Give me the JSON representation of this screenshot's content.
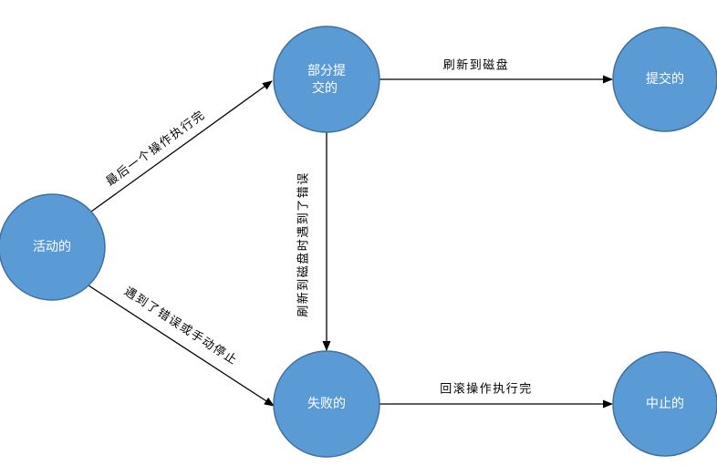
{
  "nodes": {
    "active": {
      "label": "活动的"
    },
    "partially_committed": {
      "lines": [
        "部分提",
        "交的"
      ]
    },
    "committed": {
      "label": "提交的"
    },
    "failed": {
      "label": "失败的"
    },
    "aborted": {
      "label": "中止的"
    }
  },
  "edges": {
    "active_to_partially_committed": {
      "label": "最后一个操作执行完"
    },
    "active_to_failed": {
      "label": "遇到了错误或手动停止"
    },
    "partially_committed_to_committed": {
      "label": "刷新到磁盘"
    },
    "partially_committed_to_failed": {
      "label": "刷新到磁盘时遇到了错误"
    },
    "failed_to_aborted": {
      "label": "回滚操作执行完"
    }
  },
  "colors": {
    "node_fill": "#5b9bd5",
    "node_stroke": "#41719c",
    "node_text": "#ffffff",
    "edge": "#000000"
  }
}
